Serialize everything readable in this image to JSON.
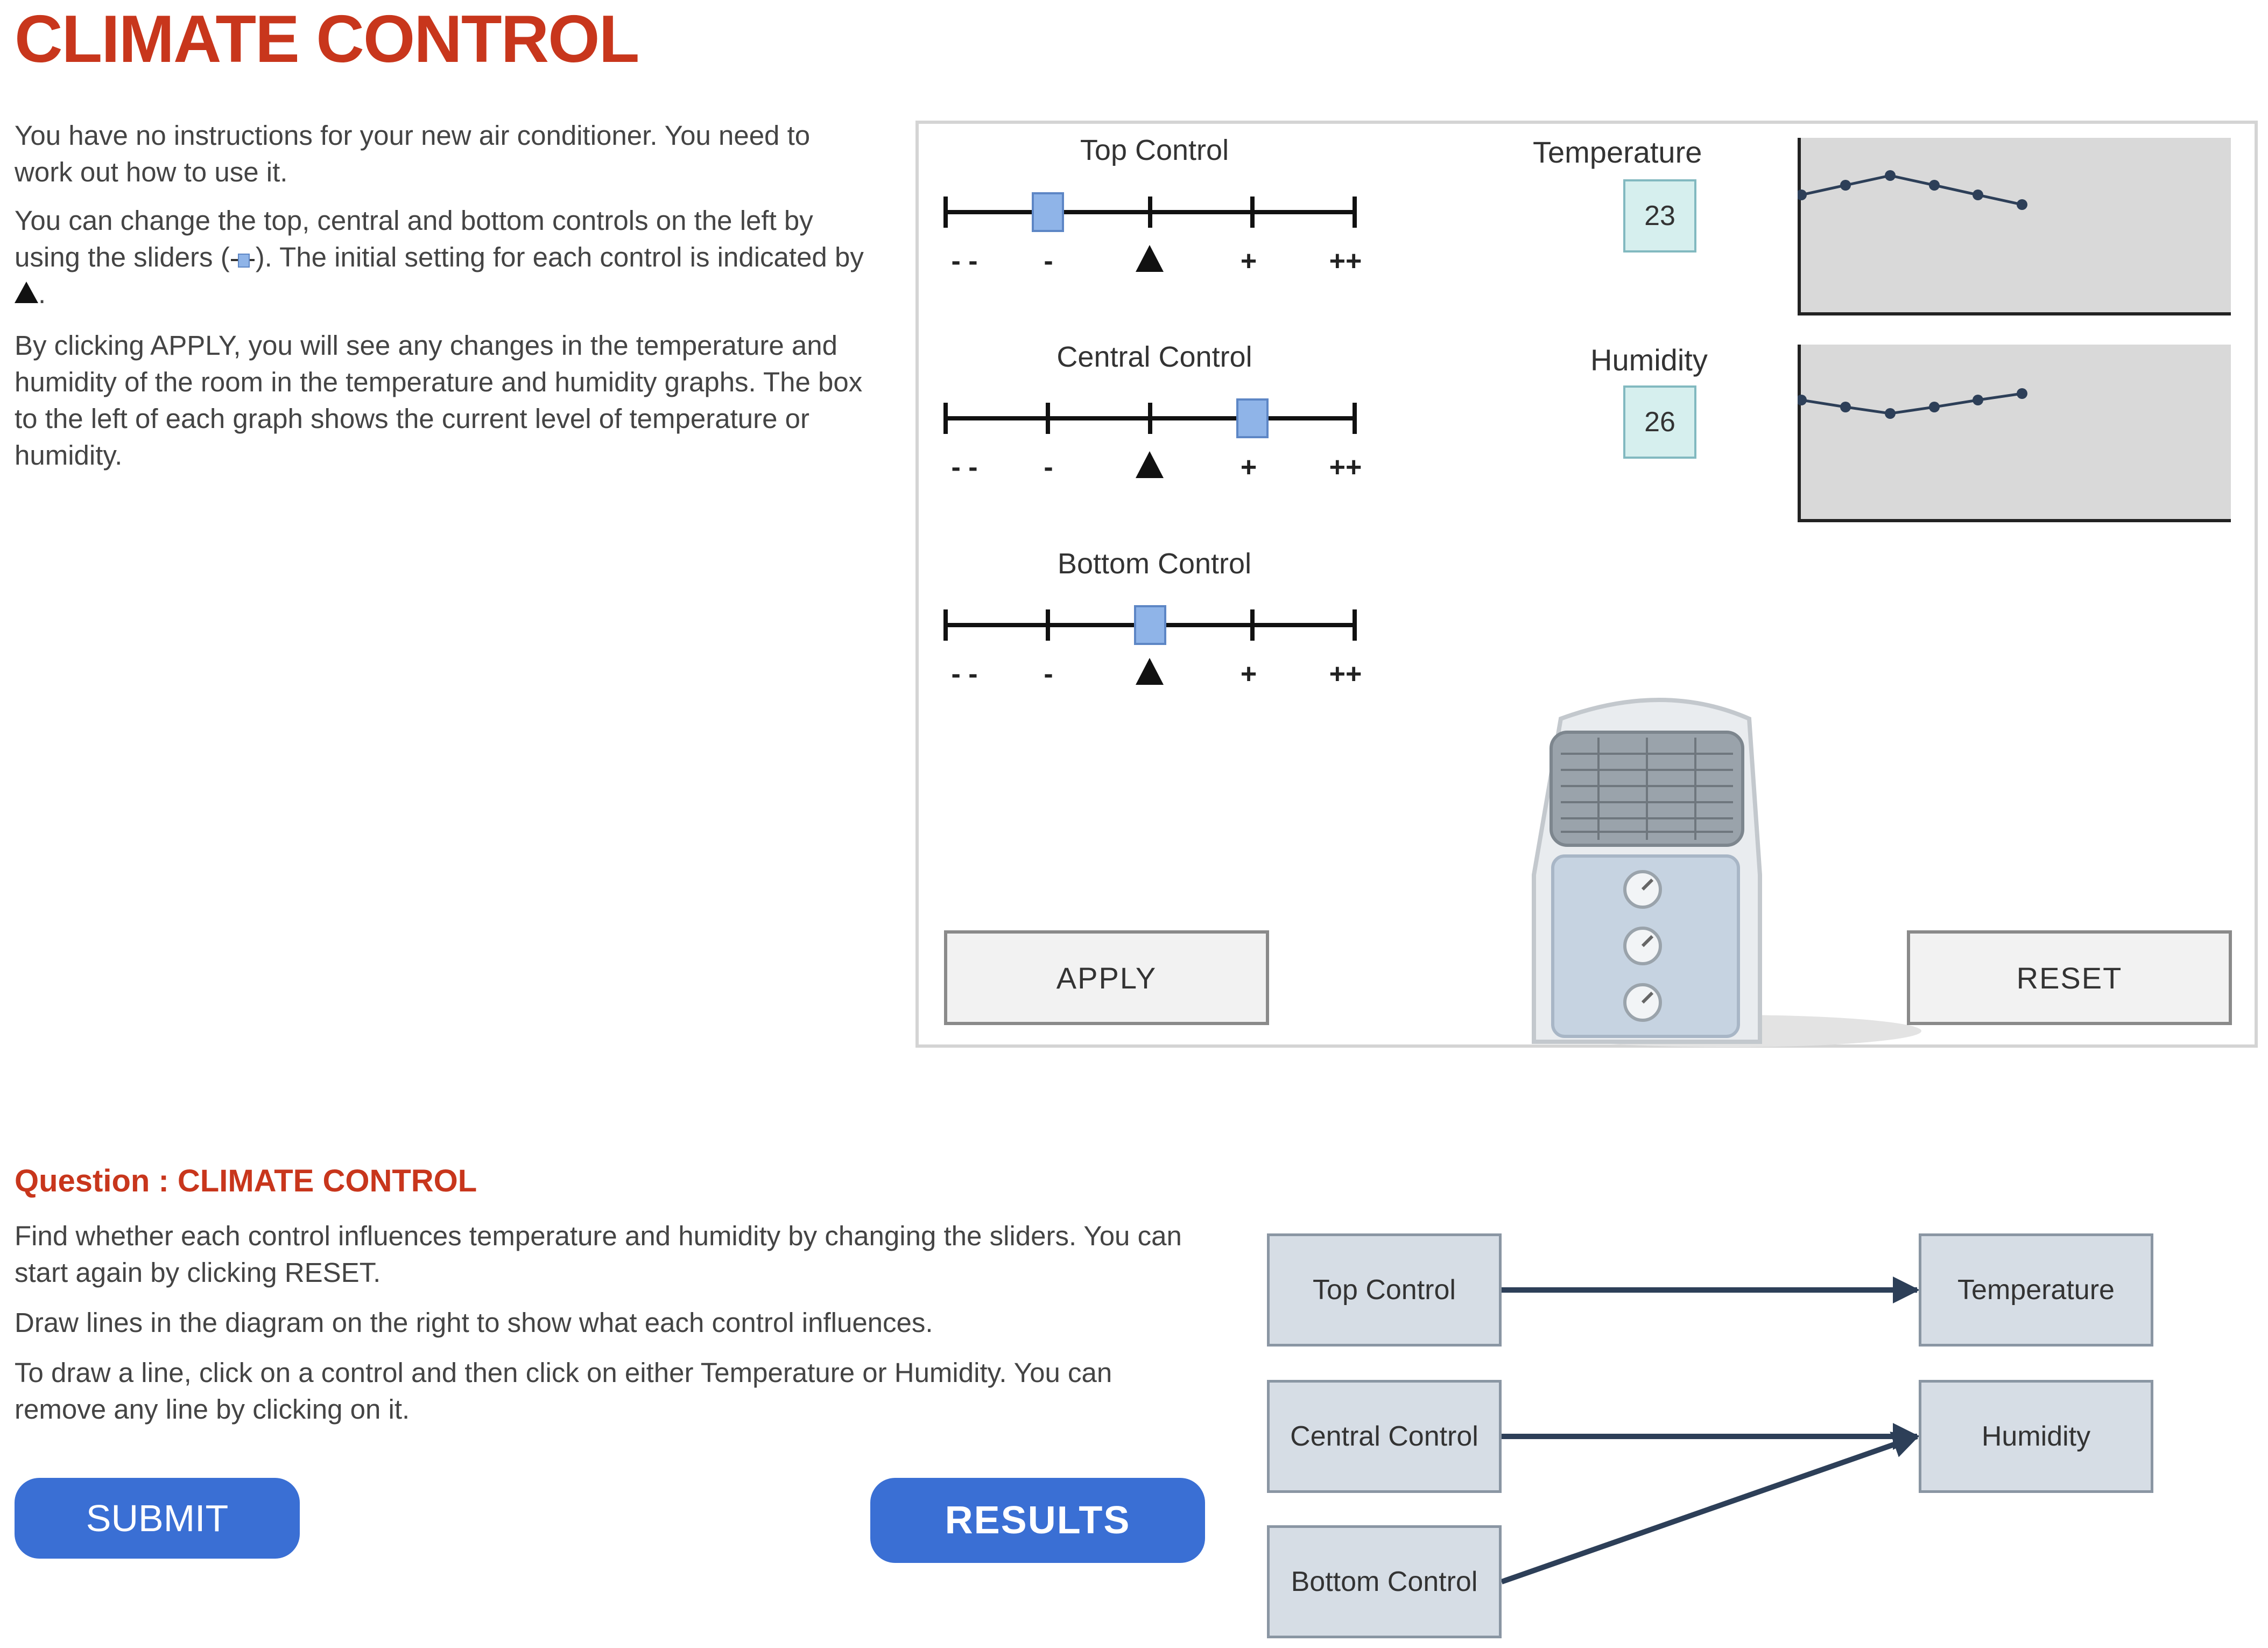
{
  "page": {
    "title": "CLIMATE CONTROL",
    "instructions": {
      "p1": "You have no instructions for your new air conditioner. You need to work out how to use it.",
      "p2_before": "You can change the top, central and bottom controls on the left by using the sliders (",
      "p2_middle": "). The initial setting for each control is indicated by ",
      "p2_after": ".",
      "p3": "By clicking APPLY, you will see any changes in the temperature and humidity of the room in the temperature and humidity graphs. The box to the left of each graph shows the current level of temperature or humidity."
    }
  },
  "simulation": {
    "level_labels": [
      "- -",
      "-",
      "+",
      "++"
    ],
    "controls": [
      {
        "name": "Top Control",
        "setting": "-"
      },
      {
        "name": "Central Control",
        "setting": "+"
      },
      {
        "name": "Bottom Control",
        "setting": "0"
      }
    ],
    "temperature": {
      "label": "Temperature",
      "value": "23"
    },
    "humidity": {
      "label": "Humidity",
      "value": "26"
    },
    "apply_label": "APPLY",
    "reset_label": "RESET",
    "colors": {
      "slider_knob": "#8fb4e8",
      "value_box": "#d6efee",
      "graph_bg": "#d9d9d9",
      "graph_line": "#2d3f58"
    }
  },
  "question": {
    "title": "Question : CLIMATE CONTROL",
    "lines": [
      "Find whether each control influences temperature and humidity by changing the sliders. You can start again by clicking RESET.",
      "Draw lines in the diagram on the right to show what each control influences.",
      "To draw a line, click on a control and then click on either Temperature or Humidity. You can remove any line by clicking on it."
    ],
    "submit_label": "SUBMIT",
    "results_label": "RESULTS"
  },
  "diagram": {
    "controls": [
      "Top Control",
      "Central Control",
      "Bottom Control"
    ],
    "outputs": [
      "Temperature",
      "Humidity"
    ],
    "links": [
      {
        "from": "Top Control",
        "to": "Temperature"
      },
      {
        "from": "Central Control",
        "to": "Humidity"
      },
      {
        "from": "Bottom Control",
        "to": "Humidity"
      }
    ]
  },
  "colors": {
    "title_red": "#c8361c",
    "button_blue": "#3a6fd4",
    "node_fill": "#d6dde5",
    "arrow": "#2d3f58"
  }
}
